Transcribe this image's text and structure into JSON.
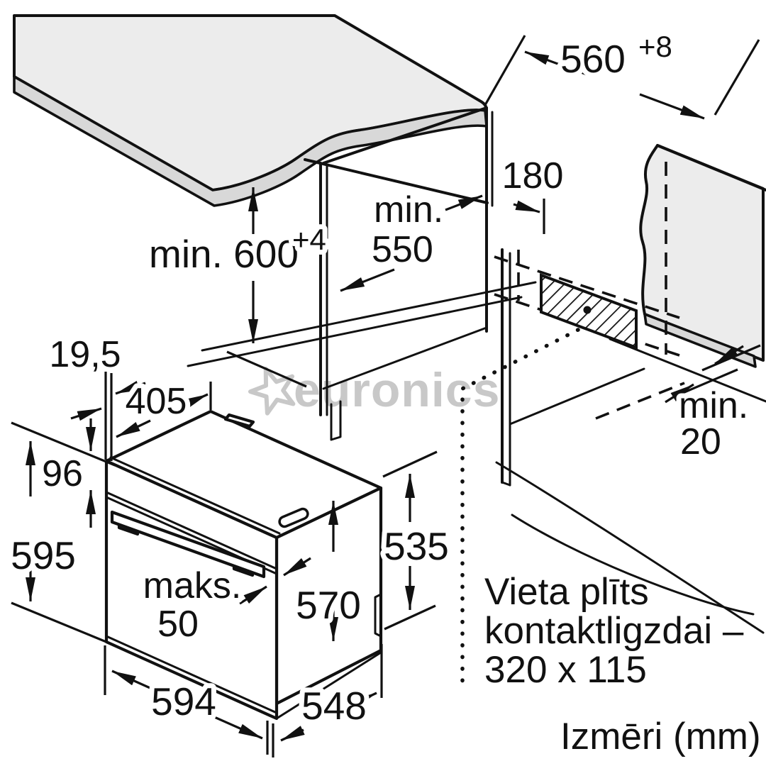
{
  "title": "Built-in oven installation dimensions diagram",
  "watermark": {
    "text": "euronics",
    "star_icon": "star-outline"
  },
  "footer": {
    "units": "Izmēri (mm)"
  },
  "note": {
    "line1": "Vieta plīts",
    "line2": "kontaktligzdai –",
    "line3": "320 x 115"
  },
  "dims": {
    "niche_width": {
      "value": "560",
      "sup": "+8"
    },
    "niche_height": {
      "value": "min. 600",
      "sup": "+4"
    },
    "niche_depth": {
      "line1": "min.",
      "line2": "550"
    },
    "socket_offset": "180",
    "rear_gap": {
      "line1": "min.",
      "line2": "20"
    },
    "front_offset": "19,5",
    "top_depth": "405",
    "panel_height": "96",
    "oven_height": "595",
    "handle_max": {
      "line1": "maks.",
      "line2": "50"
    },
    "oven_width": "594",
    "oven_depth": "548",
    "cavity_height": "570",
    "side_height": "535"
  },
  "colors": {
    "line": "#111111",
    "surface": "#ececec",
    "edge_band": "#d8d8d8",
    "watermark": "#c8c8c8",
    "background": "#ffffff"
  }
}
